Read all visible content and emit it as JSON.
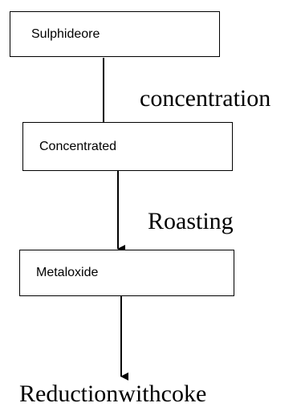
{
  "nodes": [
    {
      "id": "sulphide-ore",
      "label": "Sulphideore"
    },
    {
      "id": "concentrated",
      "label": "Concentrated"
    },
    {
      "id": "metal-oxide",
      "label": "Metaloxide"
    }
  ],
  "steps": [
    {
      "label": "concentration"
    },
    {
      "label": "Roasting"
    },
    {
      "label": "Reductionwithcoke"
    }
  ],
  "colors": {
    "stroke": "#000000",
    "background": "#ffffff"
  }
}
